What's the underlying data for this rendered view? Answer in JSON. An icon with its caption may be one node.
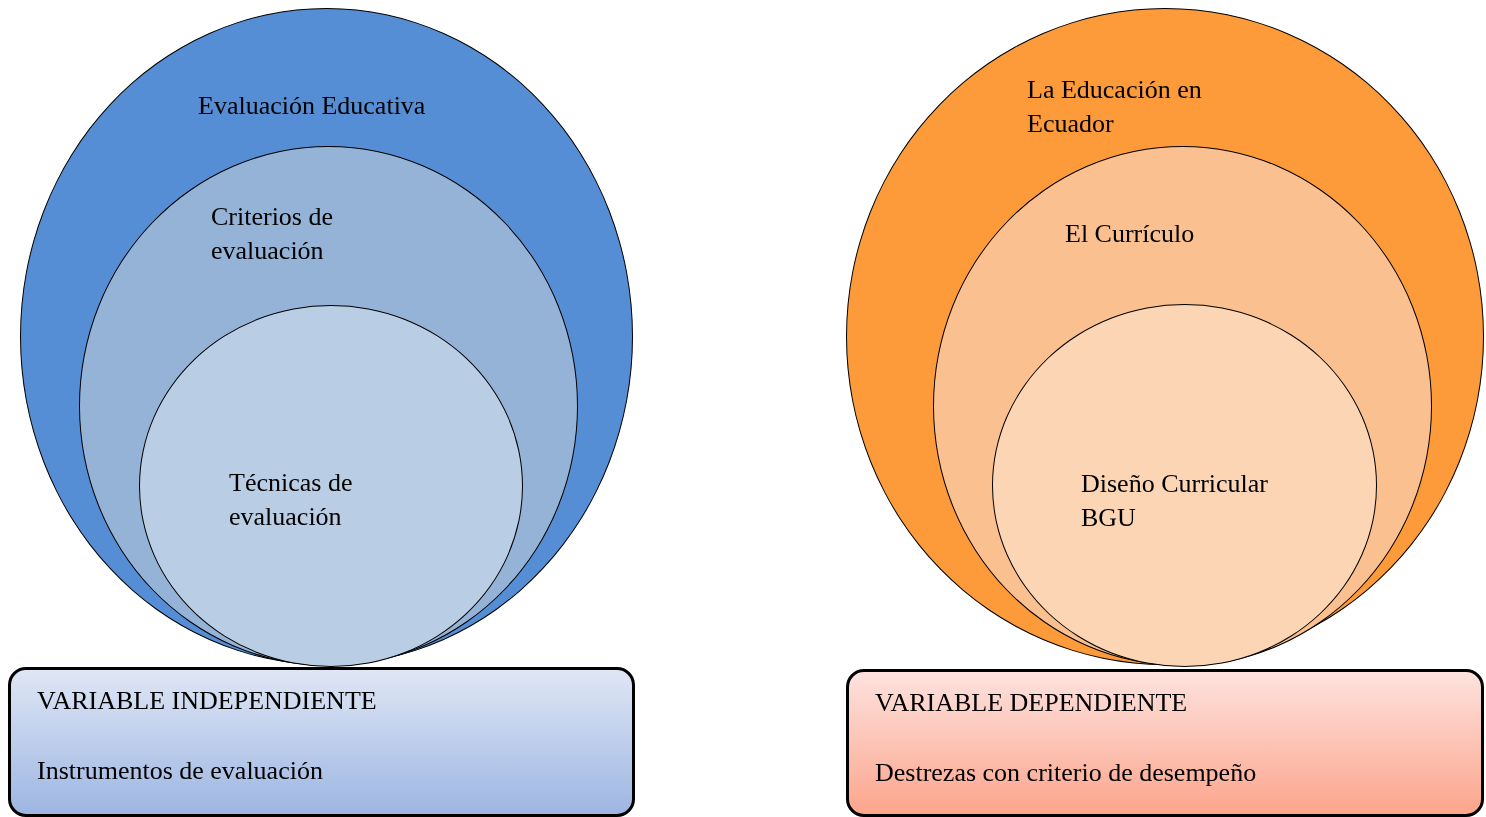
{
  "diagram": {
    "nodes": [
      {
        "text": [
          "Evaluación Educativa"
        ]
      },
      {
        "text": [
          "Criterios de evaluación"
        ],
        "in": 0
      },
      {
        "text": [
          "Técnicas de evaluación"
        ],
        "in": 1
      },
      {
        "text": [
          "VARIABLE INDEPENDIENTE",
          "Instrumentos de evaluación"
        ]
      },
      {
        "text": [
          "La Educación en Ecuador"
        ]
      },
      {
        "text": [
          "El Currículo"
        ],
        "in": 4
      },
      {
        "text": [
          "Diseño Curricular BGU"
        ],
        "in": 5
      },
      {
        "text": [
          "VARIABLE DEPENDIENTE",
          "Destrezas con criterio de desempeño"
        ]
      }
    ]
  }
}
